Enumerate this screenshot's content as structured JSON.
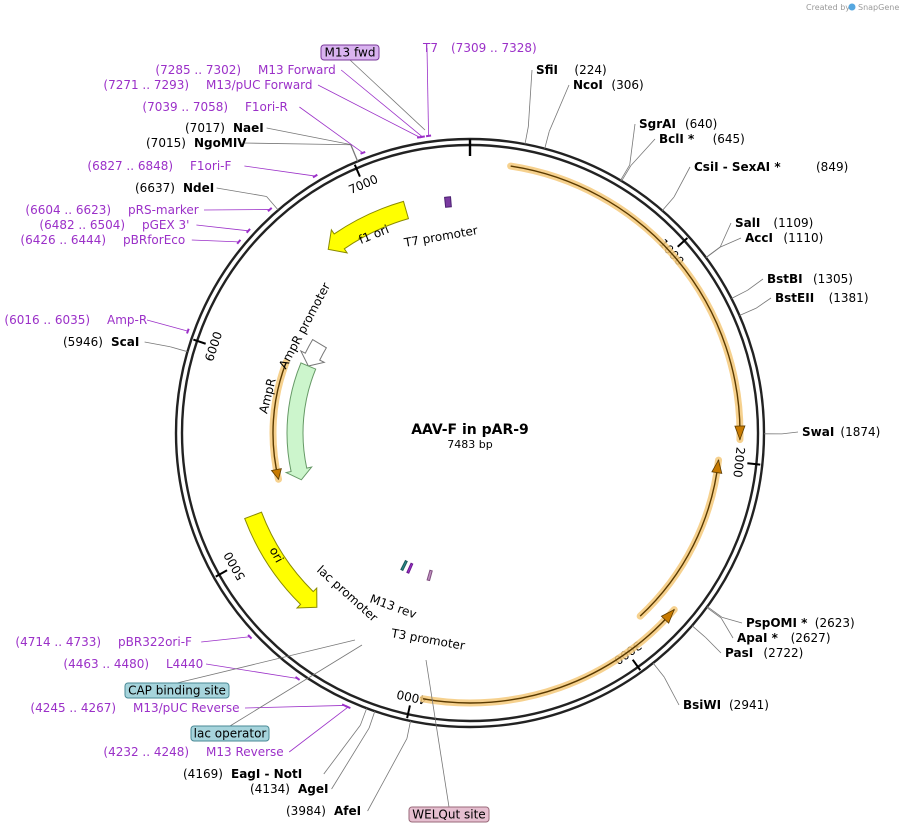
{
  "credit": {
    "created_by": "Created by",
    "brand": "SnapGene"
  },
  "plasmid": {
    "name": "AAV-F in pAR-9",
    "size": "7483 bp",
    "length": 7483
  },
  "tick_labels": [
    {
      "text": "1000",
      "bp": 1000
    },
    {
      "text": "2000",
      "bp": 2000
    },
    {
      "text": "3000",
      "bp": 3000
    },
    {
      "text": "4000",
      "bp": 4000
    },
    {
      "text": "5000",
      "bp": 5000
    },
    {
      "text": "6000",
      "bp": 6000
    },
    {
      "text": "7000",
      "bp": 7000
    }
  ],
  "sites": [
    {
      "name": "SfiI",
      "pos": "(224)",
      "bp": 224,
      "side": "right"
    },
    {
      "name": "NcoI",
      "pos": "(306)",
      "bp": 306,
      "side": "right"
    },
    {
      "name": "SgrAI",
      "pos": "(640)",
      "bp": 640,
      "side": "right"
    },
    {
      "name": "BclI *",
      "pos": "(645)",
      "bp": 645,
      "side": "right"
    },
    {
      "name": "CsiI  - SexAI *",
      "pos": "(849)",
      "bp": 849,
      "side": "right"
    },
    {
      "name": "SalI",
      "pos": "(1109)",
      "bp": 1109,
      "side": "right"
    },
    {
      "name": "AccI",
      "pos": "(1110)",
      "bp": 1110,
      "side": "right"
    },
    {
      "name": "BstBI",
      "pos": "(1305)",
      "bp": 1305,
      "side": "right"
    },
    {
      "name": "BstEII",
      "pos": "(1381)",
      "bp": 1381,
      "side": "right"
    },
    {
      "name": "SwaI",
      "pos": "(1874)",
      "bp": 1874,
      "side": "right"
    },
    {
      "name": "PspOMI *",
      "pos": "(2623)",
      "bp": 2623,
      "side": "right"
    },
    {
      "name": "ApaI *",
      "pos": "(2627)",
      "bp": 2627,
      "side": "right"
    },
    {
      "name": "PasI",
      "pos": "(2722)",
      "bp": 2722,
      "side": "right"
    },
    {
      "name": "BsiWI",
      "pos": "(2941)",
      "bp": 2941,
      "side": "right"
    },
    {
      "name": "AfeI",
      "pos": "(3984)",
      "bp": 3984,
      "side": "left"
    },
    {
      "name": "AgeI",
      "pos": "(4134)",
      "bp": 4134,
      "side": "left"
    },
    {
      "name": "EagI  - NotI",
      "pos": "(4169)",
      "bp": 4169,
      "side": "left"
    },
    {
      "name": "ScaI",
      "pos": "(5946)",
      "bp": 5946,
      "side": "left"
    },
    {
      "name": "NdeI",
      "pos": "(6637)",
      "bp": 6637,
      "side": "left"
    },
    {
      "name": "NgoMIV",
      "pos": "(7015)",
      "bp": 7015,
      "side": "left"
    },
    {
      "name": "NaeI",
      "pos": "(7017)",
      "bp": 7017,
      "side": "left"
    }
  ],
  "primers": [
    {
      "name": "M13 Forward",
      "pos": "(7285 .. 7302)",
      "bp": 7293
    },
    {
      "name": "M13/pUC Forward",
      "pos": "(7271 .. 7293)",
      "bp": 7282
    },
    {
      "name": "F1ori-R",
      "pos": "(7039 .. 7058)",
      "bp": 7048
    },
    {
      "name": "F1ori-F",
      "pos": "(6827 .. 6848)",
      "bp": 6837
    },
    {
      "name": "pRS-marker",
      "pos": "(6604 .. 6623)",
      "bp": 6613
    },
    {
      "name": "pGEX 3'",
      "pos": "(6482 .. 6504)",
      "bp": 6493
    },
    {
      "name": "pBRforEco",
      "pos": "(6426 .. 6444)",
      "bp": 6435
    },
    {
      "name": "Amp-R",
      "pos": "(6016 .. 6035)",
      "bp": 6025
    },
    {
      "name": "pBR322ori-F",
      "pos": "(4714 .. 4733)",
      "bp": 4723
    },
    {
      "name": "L4440",
      "pos": "(4463 .. 4480)",
      "bp": 4471
    },
    {
      "name": "M13/pUC Reverse",
      "pos": "(4245 .. 4267)",
      "bp": 4256
    },
    {
      "name": "M13 Reverse",
      "pos": "(4232 .. 4248)",
      "bp": 4240
    },
    {
      "name": "T7",
      "pos": "(7309 .. 7328)",
      "bp": 7318
    }
  ],
  "boxed_labels": [
    {
      "name": "M13 fwd",
      "fill": "#d9b3f0",
      "stroke": "#7a3a9a"
    },
    {
      "name": "CAP binding site",
      "fill": "#a6d4dc",
      "stroke": "#4a8a96"
    },
    {
      "name": "lac operator",
      "fill": "#a6d4dc",
      "stroke": "#4a8a96"
    },
    {
      "name": "WELQut site",
      "fill": "#e6bfd0",
      "stroke": "#9a6a7a"
    }
  ],
  "features": [
    {
      "name": "f1 ori",
      "start": 6700,
      "end": 7150,
      "dir": -1,
      "r": 232,
      "w": 18,
      "color": "#ffff00",
      "stroke": "#8a8a00",
      "label_inside": true
    },
    {
      "name": "AmpR promoter",
      "start": 6080,
      "end": 6250,
      "dir": -1,
      "r": 175,
      "w": 16,
      "color": "#ffffff",
      "stroke": "#777777",
      "label_inside": false
    },
    {
      "name": "AmpR",
      "start": 5290,
      "end": 6080,
      "dir": -1,
      "r": 175,
      "w": 16,
      "color": "#ccf5cc",
      "stroke": "#669966",
      "label_inside": true
    },
    {
      "name": "ori",
      "start": 4600,
      "end": 5180,
      "dir": -1,
      "r": 232,
      "w": 18,
      "color": "#ffff00",
      "stroke": "#8a8a00",
      "label_inside": true
    },
    {
      "name": "lac promoter",
      "start": 4283,
      "end": 4300,
      "dir": -1,
      "r": 148,
      "w": 10,
      "color": "#2a8a8a",
      "stroke": "#1a5a5a",
      "label_inside": false
    },
    {
      "name": "T7 promoter",
      "start": 7355,
      "end": 7385,
      "dir": -1,
      "r": 232,
      "w": 10,
      "color": "#7a3aa0",
      "stroke": "#4a2070",
      "label_inside": false
    },
    {
      "name": "T3 promoter",
      "start": 4060,
      "end": 4080,
      "dir": -1,
      "r": 148,
      "w": 10,
      "color": "#c090c0",
      "stroke": "#805080",
      "label_inside": false
    },
    {
      "name": "M13 rev",
      "start": 4232,
      "end": 4248,
      "dir": -1,
      "r": 148,
      "w": 10,
      "color": "#9b30c8",
      "stroke": "#6a1a90",
      "label_inside": false
    }
  ],
  "orf_arcs": [
    {
      "start": 180,
      "end": 1900,
      "r": 270,
      "dir": 1
    },
    {
      "start": 2000,
      "end": 2850,
      "r": 250,
      "dir": -1
    },
    {
      "start": 2720,
      "end": 3950,
      "r": 270,
      "dir": -1
    },
    {
      "start": 6050,
      "end": 5330,
      "r": 197,
      "dir": -1
    }
  ],
  "colors": {
    "orf_glow": "#f5c97a",
    "orf_line": "#5a3a00",
    "primer": "#9b30c8"
  }
}
